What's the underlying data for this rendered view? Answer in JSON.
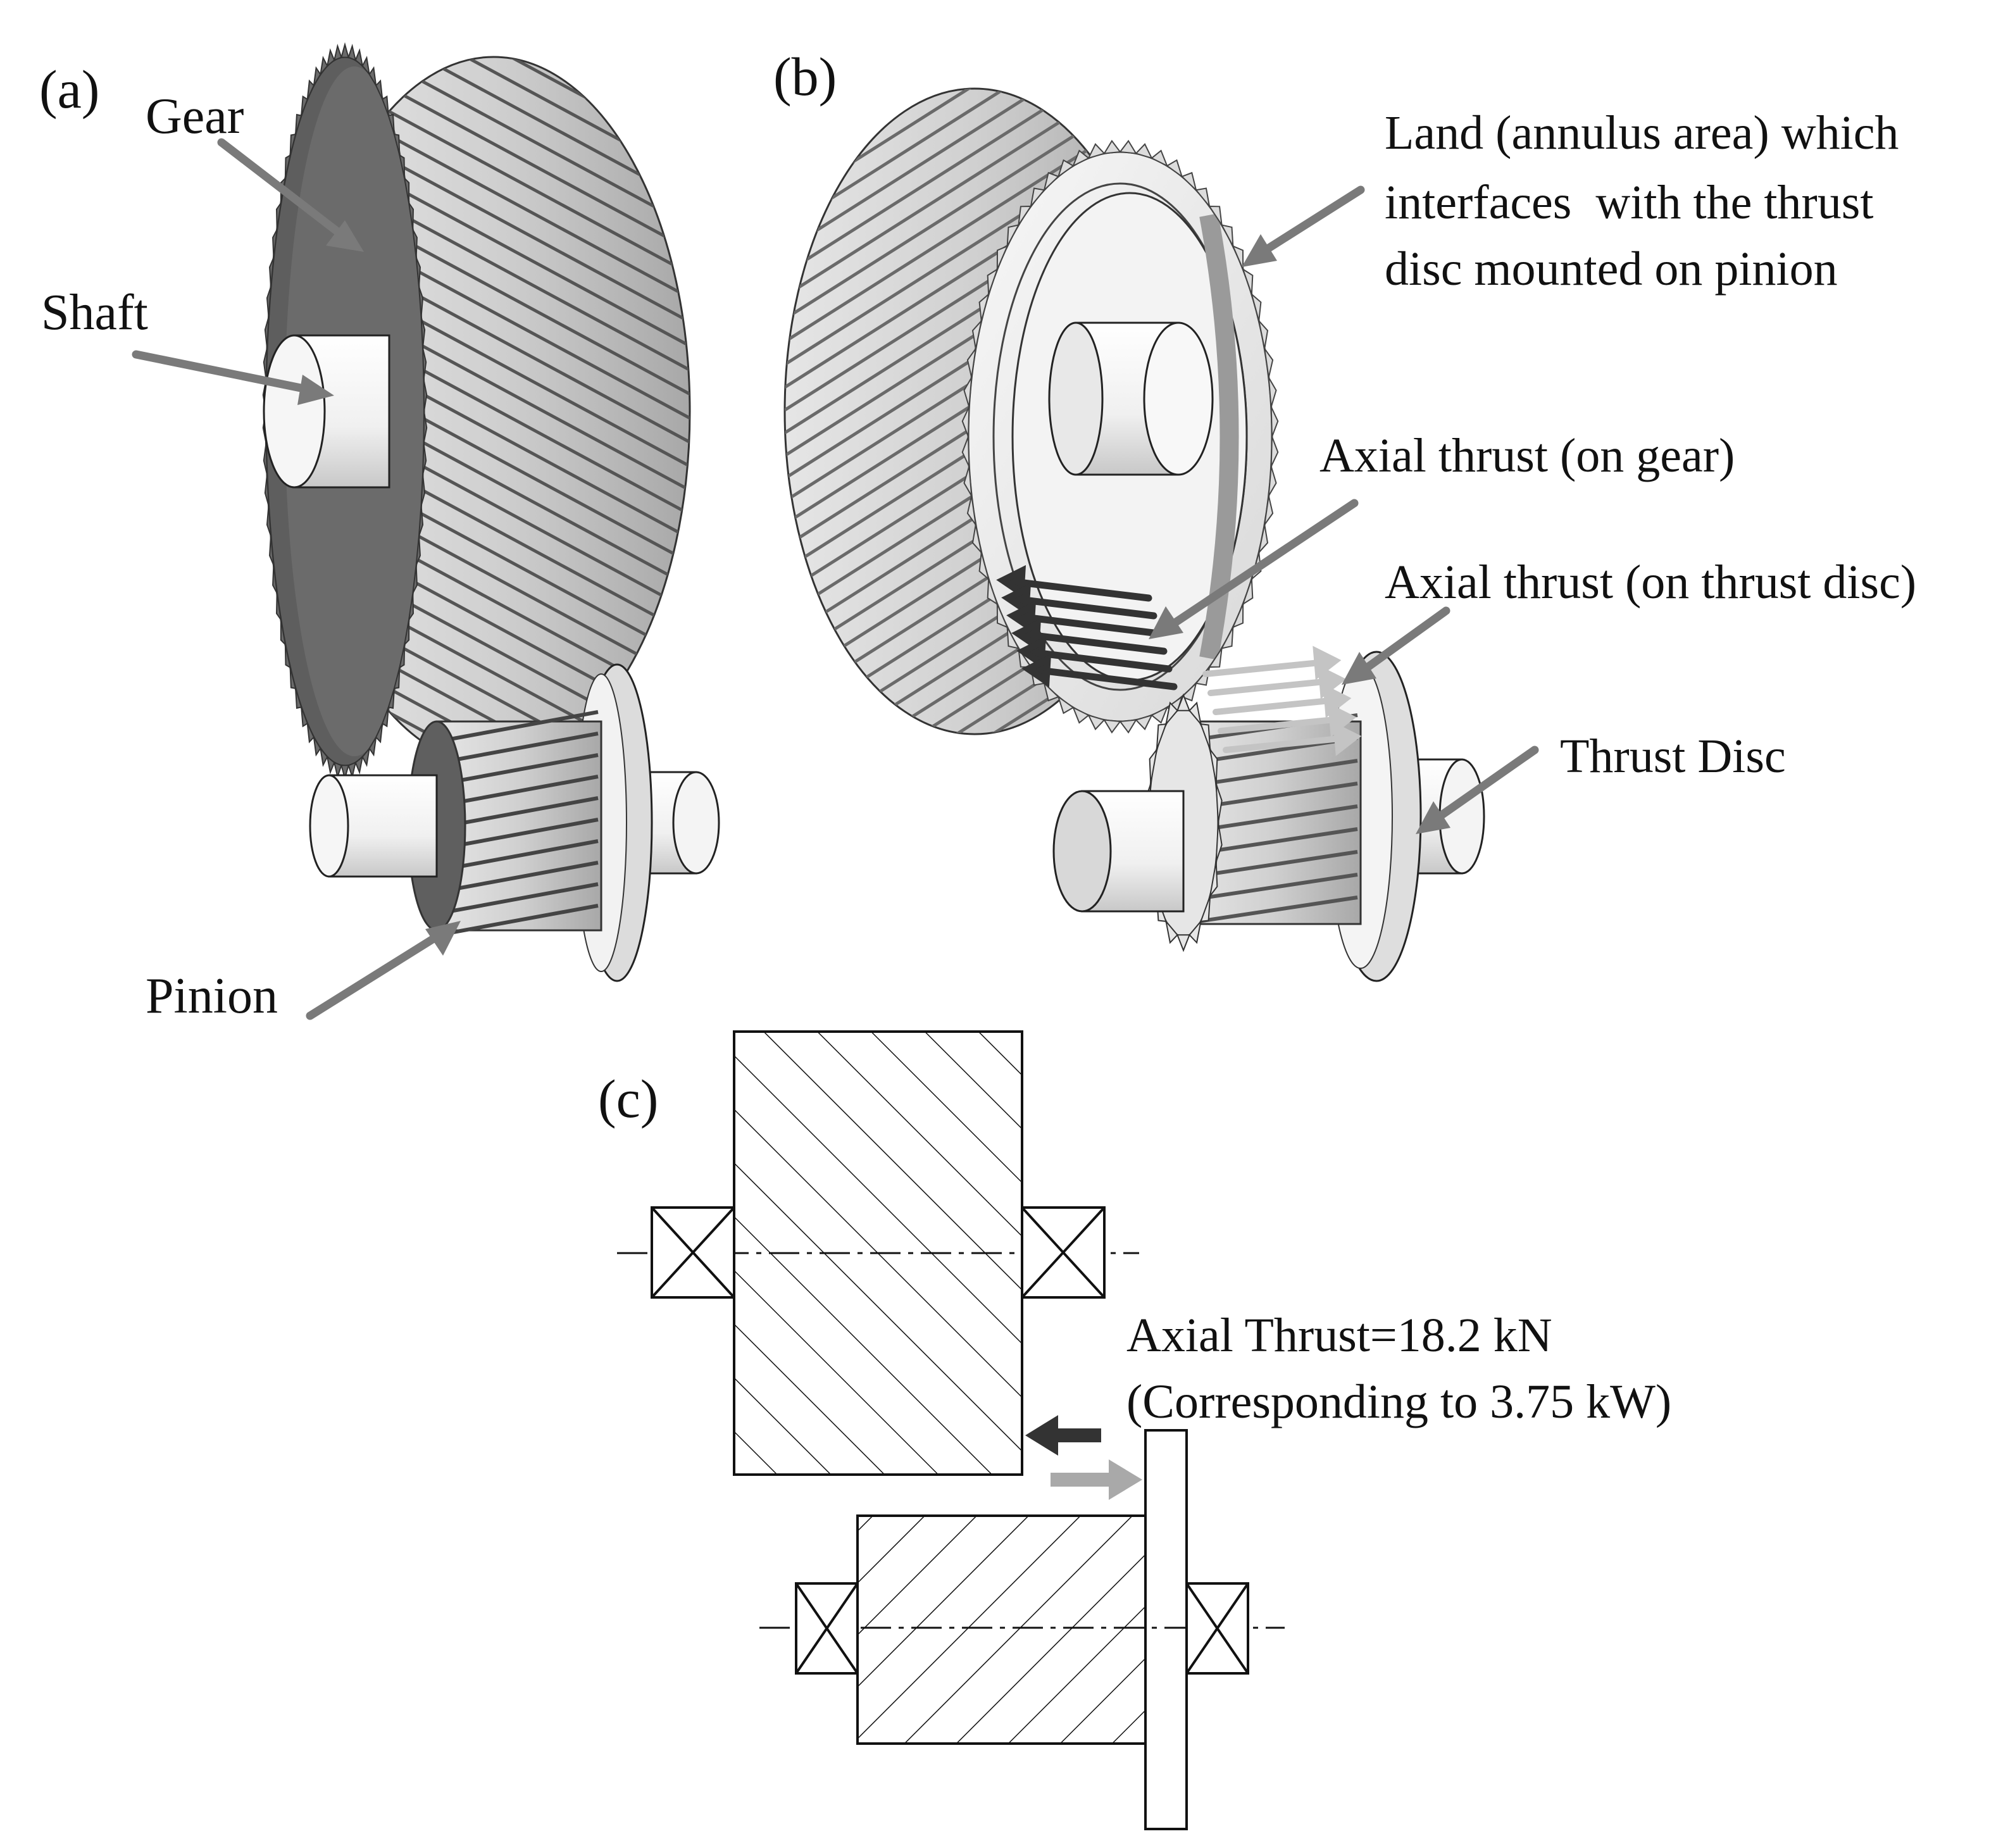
{
  "panels": {
    "a": {
      "tag": "(a)",
      "labels": {
        "gear": "Gear",
        "shaft": "Shaft",
        "pinion": "Pinion"
      }
    },
    "b": {
      "tag": "(b)",
      "labels": {
        "land_line1": "Land (annulus area) which",
        "land_line2": "interfaces  with the thrust",
        "land_line3": "disc mounted on pinion",
        "axial_gear": "Axial thrust (on gear)",
        "axial_disc": "Axial thrust (on thrust disc)",
        "thrust_disc": "Thrust Disc"
      }
    },
    "c": {
      "tag": "(c)",
      "labels": {
        "axial_value": "Axial Thrust=18.2 kN",
        "power_value": "(Corresponding to 3.75 kW)"
      }
    }
  },
  "colors": {
    "background": "#ffffff",
    "ink": "#111111",
    "pointer_arrow": "#7a7a7a",
    "gear_face": "#6b6b6b",
    "gear_teeth": "#c8c8c8",
    "shaft": "#f0f0f0",
    "gear_thrust_arrow": "#333333",
    "disc_thrust_arrow": "#a9a9a9"
  },
  "icons": {
    "bearing": "cross-box-bearing-icon"
  }
}
